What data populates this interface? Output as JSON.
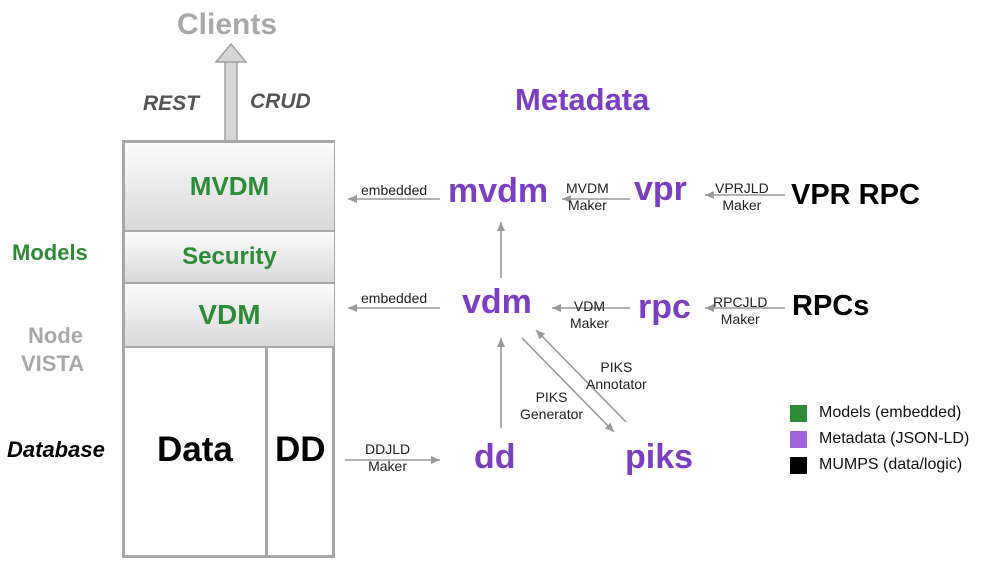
{
  "top": {
    "clients": "Clients",
    "rest": "REST",
    "crud": "CRUD"
  },
  "side": {
    "models": "Models",
    "node": "Node",
    "vista": "VISTA",
    "database": "Database"
  },
  "stack": {
    "mvdm": "MVDM",
    "security": "Security",
    "vdm": "VDM",
    "data": "Data",
    "dd": "DD"
  },
  "metadata": {
    "title": "Metadata",
    "mvdm": "mvdm",
    "vpr": "vpr",
    "vdm": "vdm",
    "rpc": "rpc",
    "dd": "dd",
    "piks": "piks"
  },
  "sources": {
    "vpr_rpc": "VPR RPC",
    "rpcs": "RPCs"
  },
  "edges": {
    "embedded_1": "embedded",
    "embedded_2": "embedded",
    "mvdm_maker_1": "MVDM",
    "mvdm_maker_2": "Maker",
    "vprjld_maker_1": "VPRJLD",
    "vprjld_maker_2": "Maker",
    "vdm_maker_1": "VDM",
    "vdm_maker_2": "Maker",
    "rpcjld_maker_1": "RPCJLD",
    "rpcjld_maker_2": "Maker",
    "ddjld_maker_1": "DDJLD",
    "ddjld_maker_2": "Maker",
    "piks_gen_1": "PIKS",
    "piks_gen_2": "Generator",
    "piks_ann_1": "PIKS",
    "piks_ann_2": "Annotator"
  },
  "legend": [
    {
      "label": "Models (embedded)",
      "color": "#2e8b3a"
    },
    {
      "label": "Metadata (JSON-LD)",
      "color": "#a066d8"
    },
    {
      "label": "MUMPS (data/logic)",
      "color": "#000000"
    }
  ]
}
